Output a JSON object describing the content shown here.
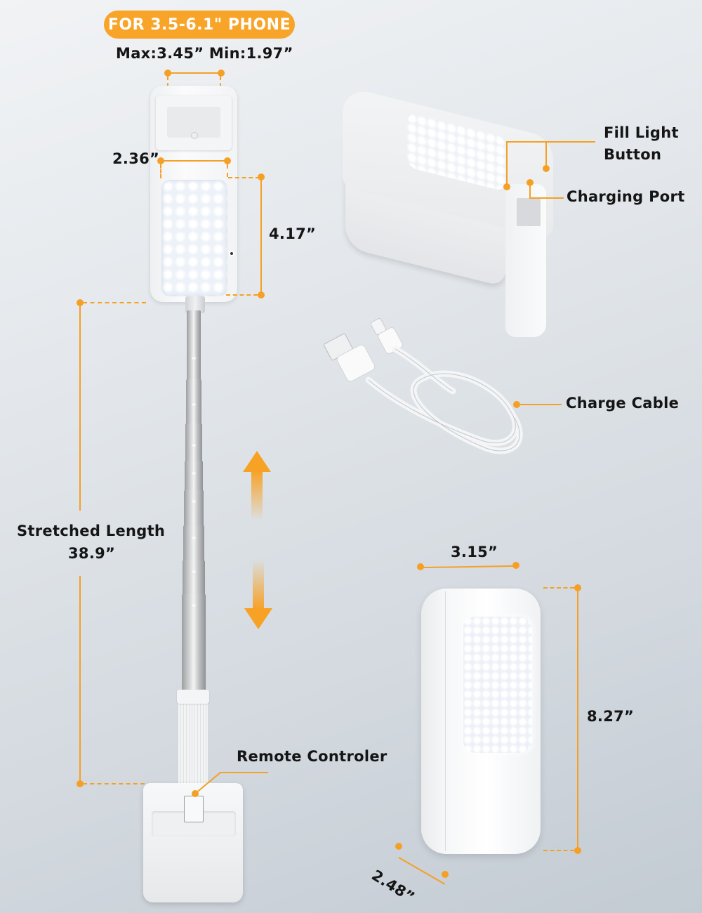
{
  "header": {
    "badge": "FOR 3.5-6.1\" PHONE",
    "clamp_range": "Max:3.45” Min:1.97”"
  },
  "dimensions": {
    "clamp_width": "2.36”",
    "light_panel_height": "4.17”",
    "stretched_length_label": "Stretched Length",
    "stretched_length_value": "38.9”",
    "folded_width": "3.15”",
    "folded_height": "8.27”",
    "folded_depth": "2.48”"
  },
  "callouts": {
    "fill_light_button_line1": "Fill Light",
    "fill_light_button_line2": "Button",
    "charging_port": "Charging Port",
    "charge_cable": "Charge Cable",
    "remote_controller": "Remote Controler"
  },
  "colors": {
    "accent": "#F7A428",
    "text": "#151515",
    "background_top": "#F1F3F5",
    "background_bottom": "#C3CBD3"
  }
}
